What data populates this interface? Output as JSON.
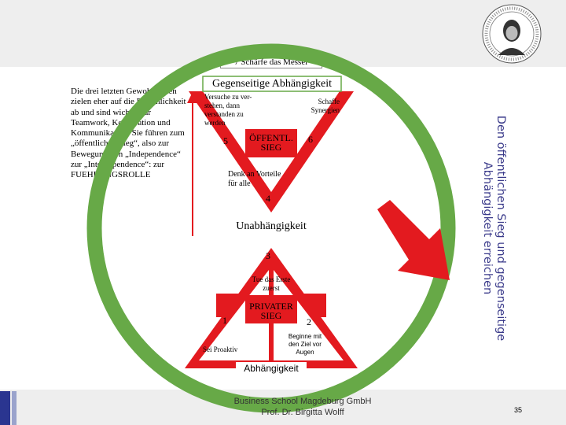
{
  "header": {
    "section_title": "7  Schärfe das Messer"
  },
  "body_text": "Die drei letzten Gewohnheiten zielen eher auf die Persönlichkeit ab und sind wichtig für Teamwork, Kooperation und Kommunikation. Sie führen zum „öffentlichen Sieg“, also zur Bewegung von „Independence“ zur „Interdependence“: zur FUEHRUNGSROLLE",
  "diagram": {
    "top_banner": "Gegenseitige Abhängigkeit",
    "middle_banner": "Unabhängigkeit",
    "bottom_banner": "Abhängigkeit",
    "public_victory": {
      "center": [
        "ÖFFENTL.",
        "SIEG"
      ],
      "left_habit": [
        "Versuche zu ver-",
        "stehen, dann",
        "verstanden zu",
        "werden"
      ],
      "right_habit": [
        "Schaffe",
        "Synergien"
      ],
      "bottom_habit": [
        "Denk an Vorteile",
        "für alle"
      ],
      "num_left": "5",
      "num_right": "6",
      "num_bottom": "4"
    },
    "private_victory": {
      "center": [
        "PRIVATER",
        "SIEG"
      ],
      "top_habit": [
        "Tue das Erste",
        "zuerst"
      ],
      "left_habit": "Sei Proaktiv",
      "right_habit": [
        "Beginne mit",
        "den Ziel vor",
        "Augen"
      ],
      "num_top": "3",
      "num_left": "1",
      "num_right": "2"
    },
    "vertical_caption": "Den öffentlichen Sieg und gegenseitige Abhängigkeit erreichen"
  },
  "footer": {
    "line1": "Business School Magdeburg GmbH",
    "line2": "Prof. Dr. Birgitta Wolff"
  },
  "page_number": "35",
  "colors": {
    "ring": "#67a947",
    "triangle": "#e31a1f",
    "arrow": "#e31a1f",
    "caption": "#3a3a8a",
    "bar_dark": "#2a3590",
    "bar_light": "#9aa3cc"
  }
}
